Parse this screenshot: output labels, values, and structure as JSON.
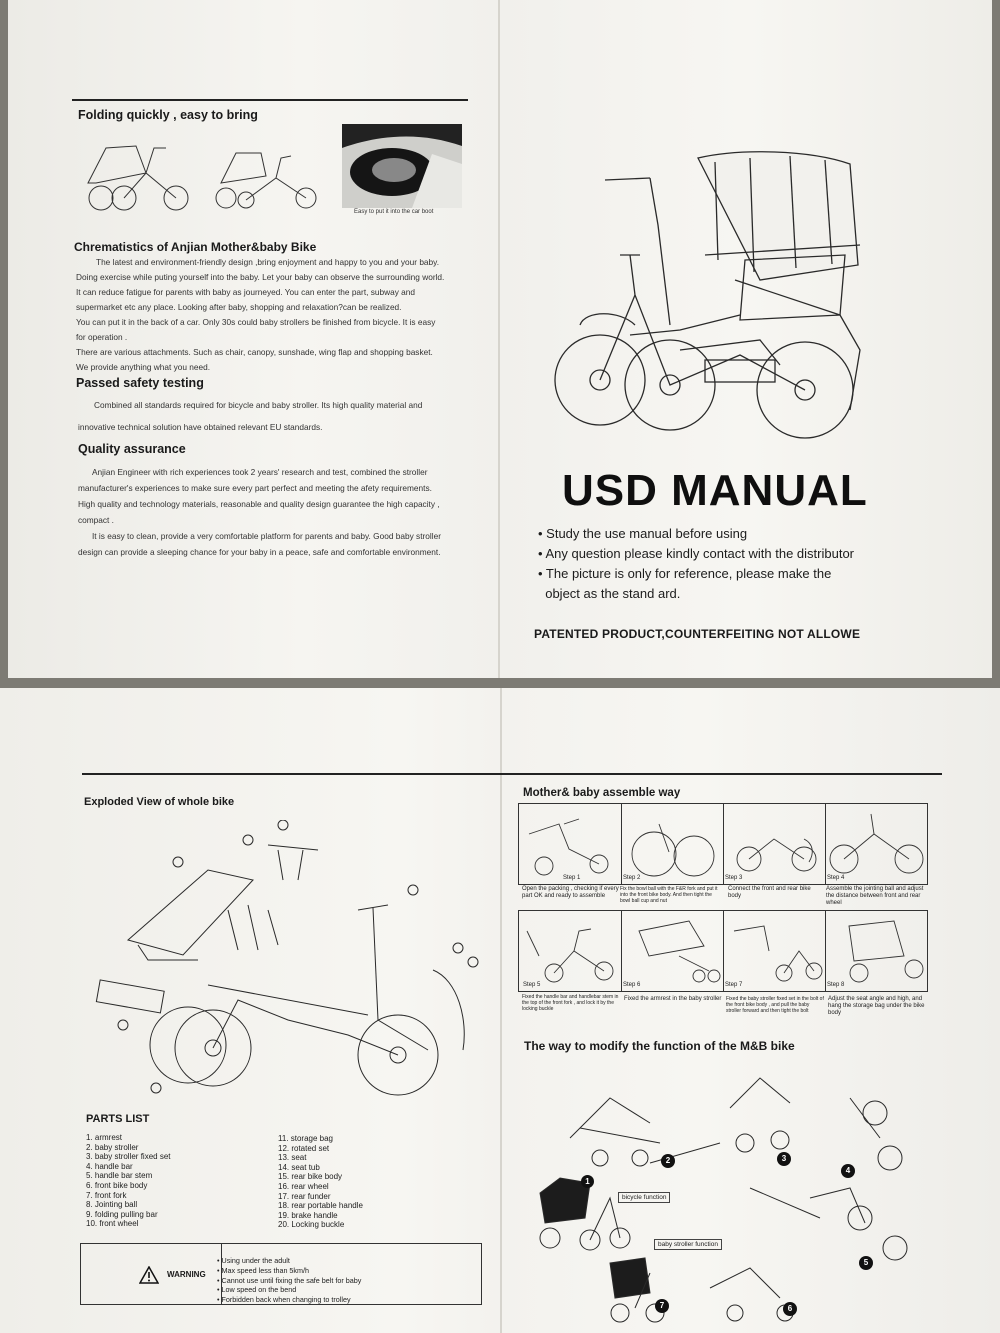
{
  "page1": {
    "folding_title": "Folding quickly , easy to bring",
    "car_boot_caption": "Easy to  put it into the car boot",
    "chars_title": "Chrematistics of Anjian Mother&baby Bike",
    "chars_lines": [
      "The latest and environment-friendly   design ,bring enjoyment  and happy to you and your baby.",
      "Doing exercise while puting yourself into the baby. Let your baby can observe the surrounding world.",
      "It can reduce fatigue for parents with baby as journeyed. You can enter the part, subway and",
      "supermarket etc any place. Looking after baby, shopping and relaxation?can be realized.",
      "You can put it in the back of a car. Only 30s could baby strollers be finished from bicycle. It is easy",
      "for operation .",
      "There are various attachments. Such as chair, canopy, sunshade, wing flap and shopping basket.",
      "We provide anything what you need."
    ],
    "safety_title": "Passed safety testing",
    "safety_lines": [
      "Combined all standards required for bicycle and baby stroller. Its high quality material and",
      "innovative technical solution have obtained relevant EU standards."
    ],
    "quality_title": "Quality assurance",
    "quality_lines": [
      "Anjian Engineer with rich experiences took 2 years' research and test, combined the stroller",
      "manufacturer's experiences to make sure every part perfect and meeting the afety requirements.",
      "High quality and technology materials, reasonable and quality design guarantee the high capacity ,",
      "compact .",
      "It is easy to clean, provide a very comfortable platform for parents and baby. Good baby stroller",
      "design can provide a sleeping chance for your baby in a peace, safe and comfortable environment."
    ]
  },
  "page2": {
    "manual_title": "USD MANUAL",
    "bullets": [
      "• Study the use manual before using",
      "• Any question please kindly contact with the distributor",
      "• The picture is only for reference, please make the",
      "  object as the stand ard."
    ],
    "patent": "PATENTED PRODUCT,COUNTERFEITING NOT ALLOWE"
  },
  "page3": {
    "exploded_title": "Exploded View of whole bike",
    "parts_title": "PARTS LIST",
    "parts_left": [
      "1. armrest",
      "2. baby stroller",
      "3. baby stroller fixed set",
      "4. handle bar",
      "5. handle bar stem",
      "6. front bike body",
      "7. front fork",
      "8. Jointing ball",
      "9. folding pulling bar",
      "10. front wheel"
    ],
    "parts_right": [
      "11. storage bag",
      "12. rotated set",
      "13. seat",
      "14. seat tub",
      "15. rear bike body",
      "16. rear wheel",
      "17. rear funder",
      "18. rear portable handle",
      "19. brake handle",
      "20. Locking buckle"
    ],
    "warning_label": "WARNING",
    "warning_lines": [
      "• Using under the adult",
      "• Max speed less than 5km/h",
      "• Cannot use until fixing the safe belt for baby",
      "• Low speed on the bend",
      "• Forbidden back when changing to trolley"
    ]
  },
  "page4": {
    "assemble_title": "Mother& baby assemble way",
    "steps": [
      {
        "label": "Step 1",
        "caption": "Open the packing , checking if every part OK and ready to assemble"
      },
      {
        "label": "Step 2",
        "caption": "Fix the bowl ball with the F&R fork and put it into the front bike body. And then tight the bowl ball cup and nut"
      },
      {
        "label": "Step 3",
        "caption": "Connect the front and rear bike body"
      },
      {
        "label": "Step 4",
        "caption": "Assemble the jointing ball and adjust the distance between front and rear wheel"
      },
      {
        "label": "Step 5",
        "caption": "Fixed the handle bar and handlebar stem in the top of the front fork , and lock it by the locking buckle"
      },
      {
        "label": "Step 6",
        "caption": "Fixed the armrest in the baby stroller"
      },
      {
        "label": "Step 7",
        "caption": "Fixed the baby stroller fixed set in the bolt of the front bike body , and pull the baby stroller forward and then tight the bolt"
      },
      {
        "label": "Step 8",
        "caption": "Adjust the seat angle and high, and hang the storage bag under the bike body"
      }
    ],
    "modify_title": "The way to modify the function of the M&B bike",
    "bicycle_label": "bicycle function",
    "stroller_label": "baby stroller function",
    "circle_numbers": [
      "1",
      "2",
      "3",
      "4",
      "5",
      "6",
      "7"
    ]
  }
}
